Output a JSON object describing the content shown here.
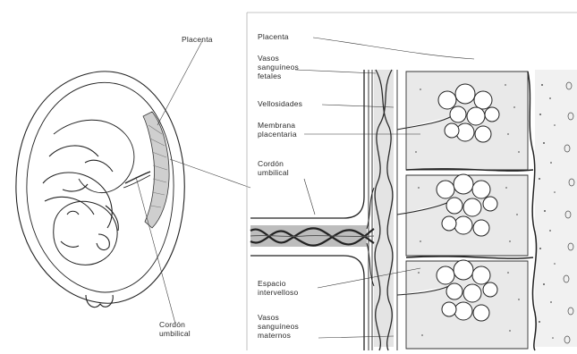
{
  "labels": {
    "left_placenta": "Placenta",
    "left_cord": [
      "Cordón",
      "umbilical"
    ],
    "placenta": "Placenta",
    "fetal_vessels": [
      "Vasos",
      "sanguíneos",
      "fetales"
    ],
    "villi": "Vellosidades",
    "membrane": [
      "Membrana",
      "placentaria"
    ],
    "cord": [
      "Cordón",
      "umbilical"
    ],
    "intervillous": [
      "Espacio",
      "intervelloso"
    ],
    "maternal_vessels": [
      "Vasos",
      "sanguíneos",
      "maternos"
    ]
  }
}
